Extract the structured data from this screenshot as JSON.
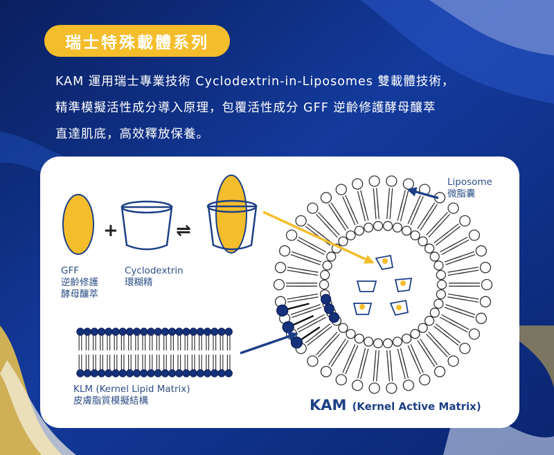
{
  "header": {
    "series_title": "瑞士特殊載體系列",
    "intro_lines": [
      "KAM 運用瑞士專業技術 Cyclodextrin-in-Liposomes 雙載體技術，",
      "精準模擬活性成分導入原理，包覆活性成分 GFF 逆齡修護酵母釀萃",
      "直達肌底，高效釋放保養。"
    ]
  },
  "diagram": {
    "gff": {
      "name": "GFF",
      "line1": "逆齡修護",
      "line2": "酵母釀萃"
    },
    "cyclodextrin": {
      "name": "Cyclodextrin",
      "line1": "環糊精"
    },
    "operators": {
      "plus": "+",
      "equilibrium": "⇌"
    },
    "liposome": {
      "name": "Liposome",
      "line1": "微脂囊"
    },
    "klm": {
      "name": "KLM (Kernel Lipid Matrix)",
      "line1": "皮膚脂質模擬結構"
    },
    "kam": {
      "abbr": "KAM",
      "full": "(Kernel Active Matrix)"
    }
  },
  "colors": {
    "accent_yellow": "#f4bd2c",
    "navy": "#1c3f86",
    "dark_blue_head": "#16307a",
    "label_blue": "#2d4e86",
    "page_background": "#0d2a78"
  }
}
